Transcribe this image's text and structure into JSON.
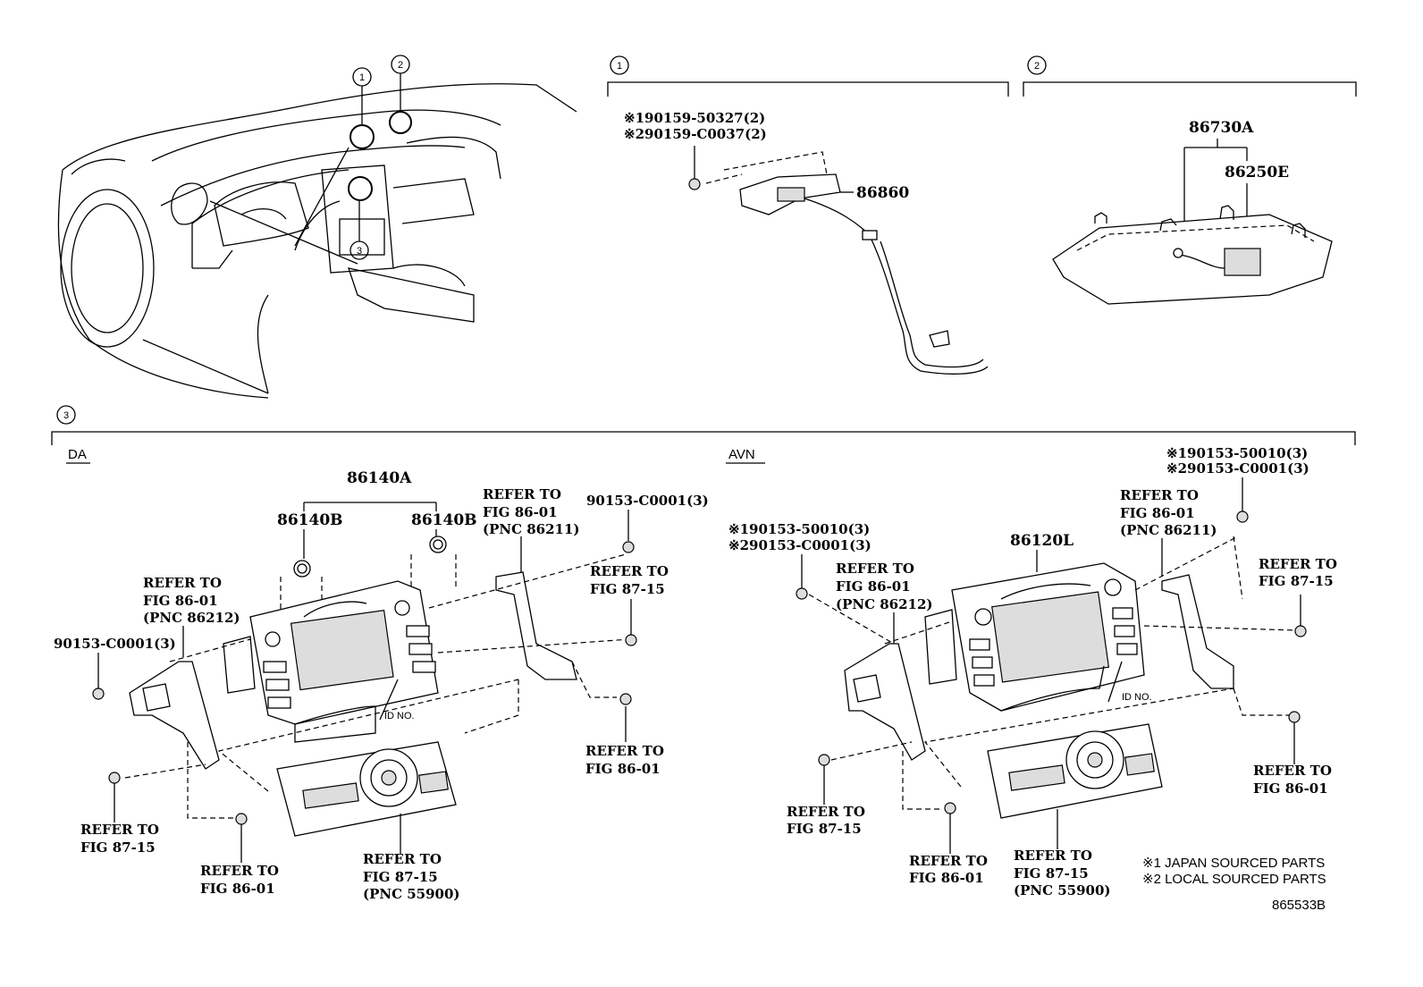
{
  "callouts": {
    "c1": "1",
    "c2": "2",
    "c3": "3"
  },
  "section1": {
    "note1": "※190159-50327(2)",
    "note2": "※290159-C0037(2)",
    "part": "86860"
  },
  "section2": {
    "part_a": "86730A",
    "part_b": "86250E"
  },
  "section3": {
    "da": {
      "title": "DA",
      "p86140a": "86140A",
      "p86140b_left": "86140B",
      "p86140b_right": "86140B",
      "refer_top_right": [
        "REFER TO",
        "FIG 86-01",
        "(PNC 86211)"
      ],
      "bolt_top": "90153-C0001(3)",
      "refer_right_mid": [
        "REFER TO",
        "FIG 87-15"
      ],
      "refer_left_top": [
        "REFER TO",
        "FIG 86-01",
        "(PNC 86212)"
      ],
      "bolt_left": "90153-C0001(3)",
      "id_no": "ID NO.",
      "refer_right_low": [
        "REFER TO",
        "FIG 86-01"
      ],
      "refer_left_low": [
        "REFER TO",
        "FIG 87-15"
      ],
      "refer_bottom_left": [
        "REFER TO",
        "FIG 86-01"
      ],
      "refer_bottom_mid": [
        "REFER TO",
        "FIG 87-15",
        "(PNC 55900)"
      ]
    },
    "avn": {
      "title": "AVN",
      "note_top1": "※190153-50010(3)",
      "note_top2": "※290153-C0001(3)",
      "refer_top": [
        "REFER TO",
        "FIG 86-01",
        "(PNC 86211)"
      ],
      "note_left1": "※190153-50010(3)",
      "note_left2": "※290153-C0001(3)",
      "part": "86120L",
      "refer_left_top": [
        "REFER TO",
        "FIG 86-01",
        "(PNC 86212)"
      ],
      "refer_right_mid": [
        "REFER TO",
        "FIG 87-15"
      ],
      "id_no": "ID NO.",
      "refer_right_low": [
        "REFER TO",
        "FIG 86-01"
      ],
      "refer_left_low": [
        "REFER TO",
        "FIG 87-15"
      ],
      "refer_bottom_left": [
        "REFER TO",
        "FIG 86-01"
      ],
      "refer_bottom_mid": [
        "REFER TO",
        "FIG 87-15",
        "(PNC 55900)"
      ]
    }
  },
  "legend": {
    "line1": "※1 JAPAN SOURCED PARTS",
    "line2": "※2 LOCAL SOURCED PARTS"
  },
  "figure_id": "865533B"
}
